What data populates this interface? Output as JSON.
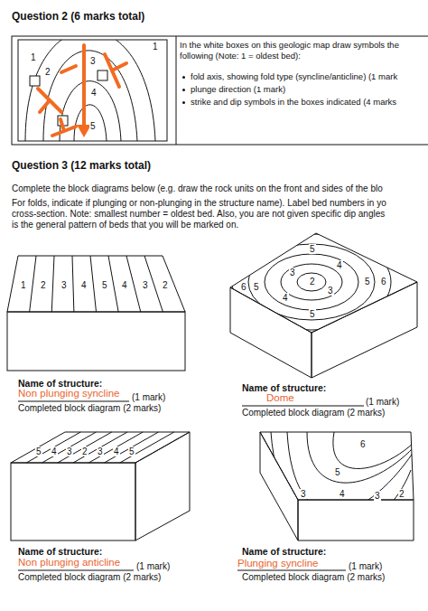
{
  "diagram": {
    "nodes": [
      {
        "text": [
          "In the white boxes on this geologic map draw symbols the following (Note: 1 = oldest bed):",
          "fold axis, showing fold type (syncline/anticline) (1 mark",
          "plunge direction (1 mark)",
          "strike and dip symbols in the boxes indicated (4 marks"
        ]
      }
    ],
    "labels": [
      "Question 2 (6 marks total)",
      "1",
      "2",
      "3",
      "4",
      "5",
      "1",
      "Question 3 (12 marks total)",
      "Complete the block diagrams below (e.g. draw the rock units on the front and sides of the blo",
      "For folds, indicate if plunging or non-plunging in the structure name). Label bed numbers in yo",
      "cross-section. Note: smallest number = oldest bed. Also, you are not given specific dip angles",
      "is the general pattern of beds that you will be marked on.",
      "1",
      "2",
      "3",
      "4",
      "5",
      "4",
      "3",
      "2",
      "5",
      "3",
      "4",
      "6",
      "5",
      "2",
      "5",
      "6",
      "4",
      "3",
      "5",
      "5",
      "4",
      "3",
      "2",
      "3",
      "4",
      "5",
      "6",
      "5",
      "3",
      "4",
      "3",
      "2",
      "Name of structure:",
      "Non plunging syncline",
      "(1 mark)",
      "Completed block diagram (2 marks)",
      "Name of structure:",
      "Dome",
      "(1 mark)",
      "Completed block diagram (2 marks)",
      "Name of structure:",
      "Non plunging anticline",
      "(1 mark)",
      "Completed block diagram (2 marks)",
      "Name of structure:",
      "Plunging syncline",
      "(1 mark)",
      "Completed block diagram (2 marks)"
    ]
  }
}
